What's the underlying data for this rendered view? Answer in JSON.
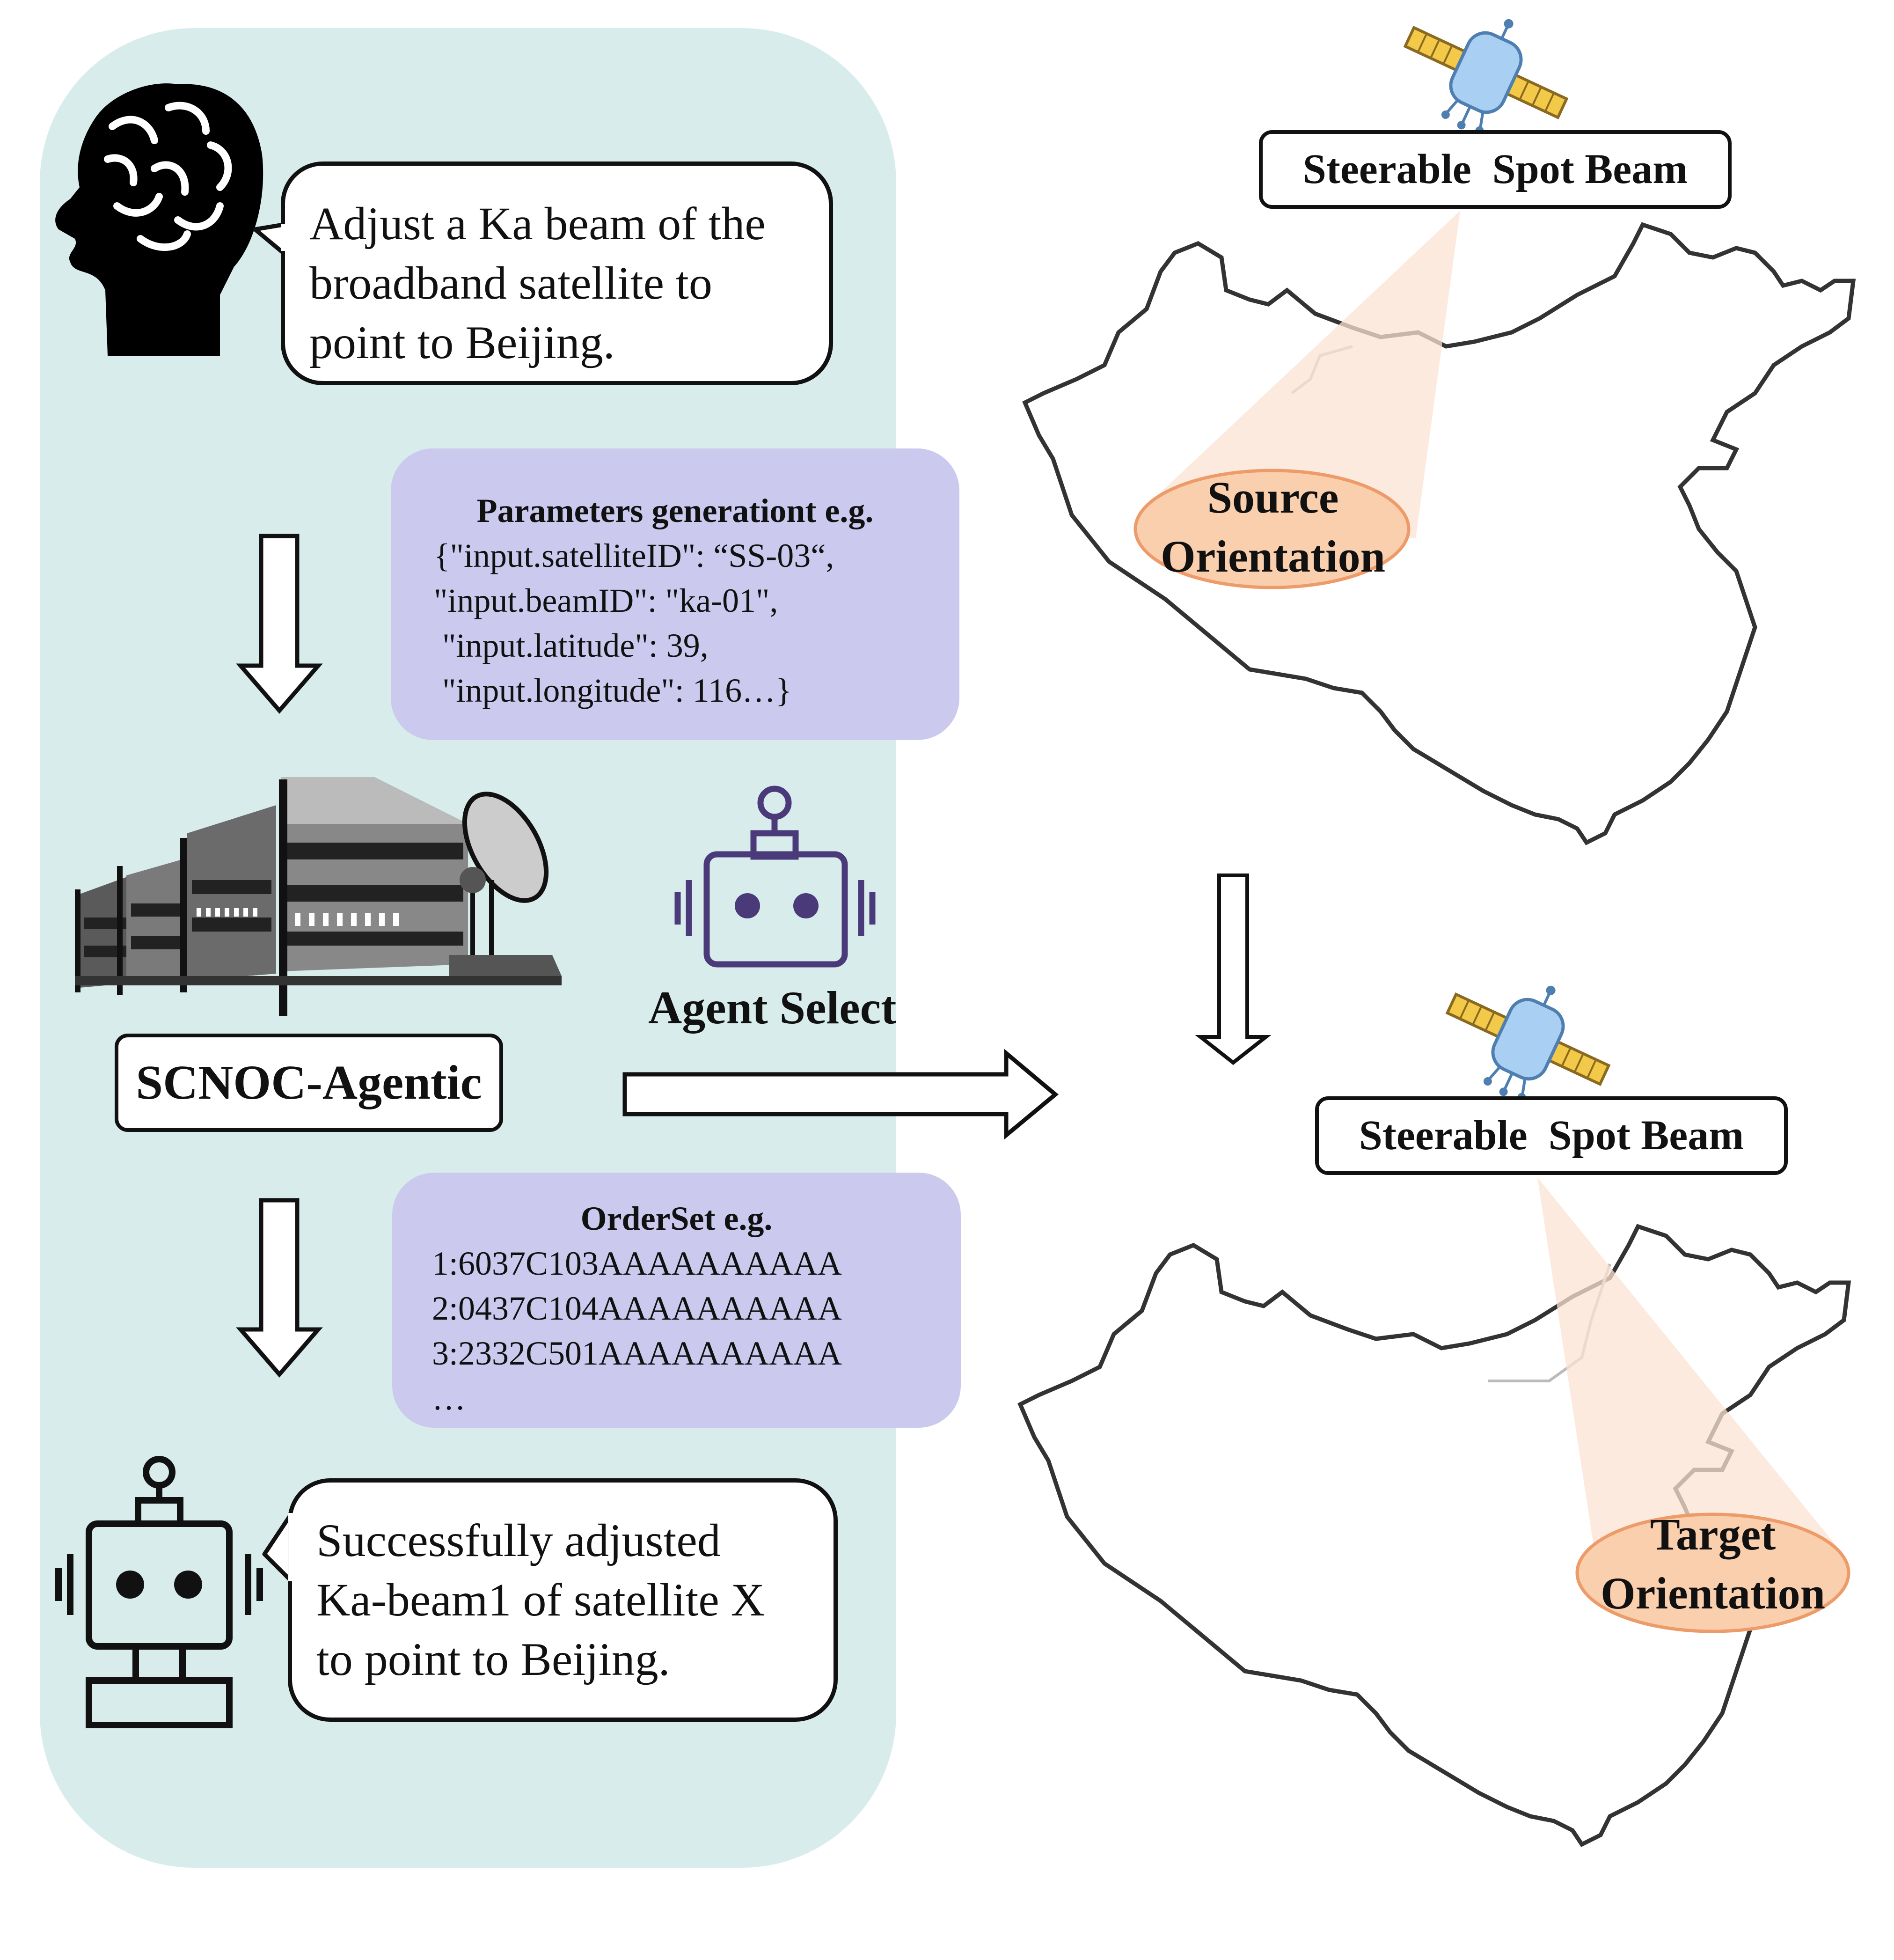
{
  "user_request": {
    "lines": [
      "Adjust a Ka beam of the",
      "broadband satellite to",
      "point to Beijing."
    ]
  },
  "parameters": {
    "title": "Parameters generationt e.g.",
    "lines": [
      "{\"input.satelliteID\": “SS-03“,",
      "\"input.beamID\": \"ka-01\",",
      " \"input.latitude\": 39,",
      " \"input.longitude\": 116…}"
    ]
  },
  "system_label": "SCNOC-Agentic",
  "agent_select_label": "Agent Select",
  "orderset": {
    "title": "OrderSet e.g.",
    "lines": [
      "1:6037C103AAAAAAAAAA",
      "2:0437C104AAAAAAAAAA",
      "3:2332C501AAAAAAAAAA",
      "…"
    ]
  },
  "agent_response": {
    "lines": [
      "Successfully adjusted",
      "Ka-beam1 of satellite X",
      "to point to Beijing."
    ]
  },
  "source_map": {
    "beam_label": "Steerable  Spot Beam",
    "orientation_label": [
      "Source",
      "Orientation"
    ]
  },
  "target_map": {
    "beam_label": "Steerable  Spot Beam",
    "orientation_label": [
      "Target",
      "Orientation"
    ]
  },
  "icons": [
    "brain-head-icon",
    "ground-station-icon",
    "robot-head-icon",
    "robot-icon",
    "satellite-icon",
    "china-map-icon",
    "down-arrow-icon",
    "right-arrow-icon"
  ],
  "colors": {
    "panel": "#d8ecec",
    "purple_box": "#cbcaee",
    "beam_fill": "#fbe3d3",
    "ellipse_fill": "#f9cfae",
    "ellipse_stroke": "#ee9b6a",
    "robot_purple": "#4a3a7a"
  }
}
